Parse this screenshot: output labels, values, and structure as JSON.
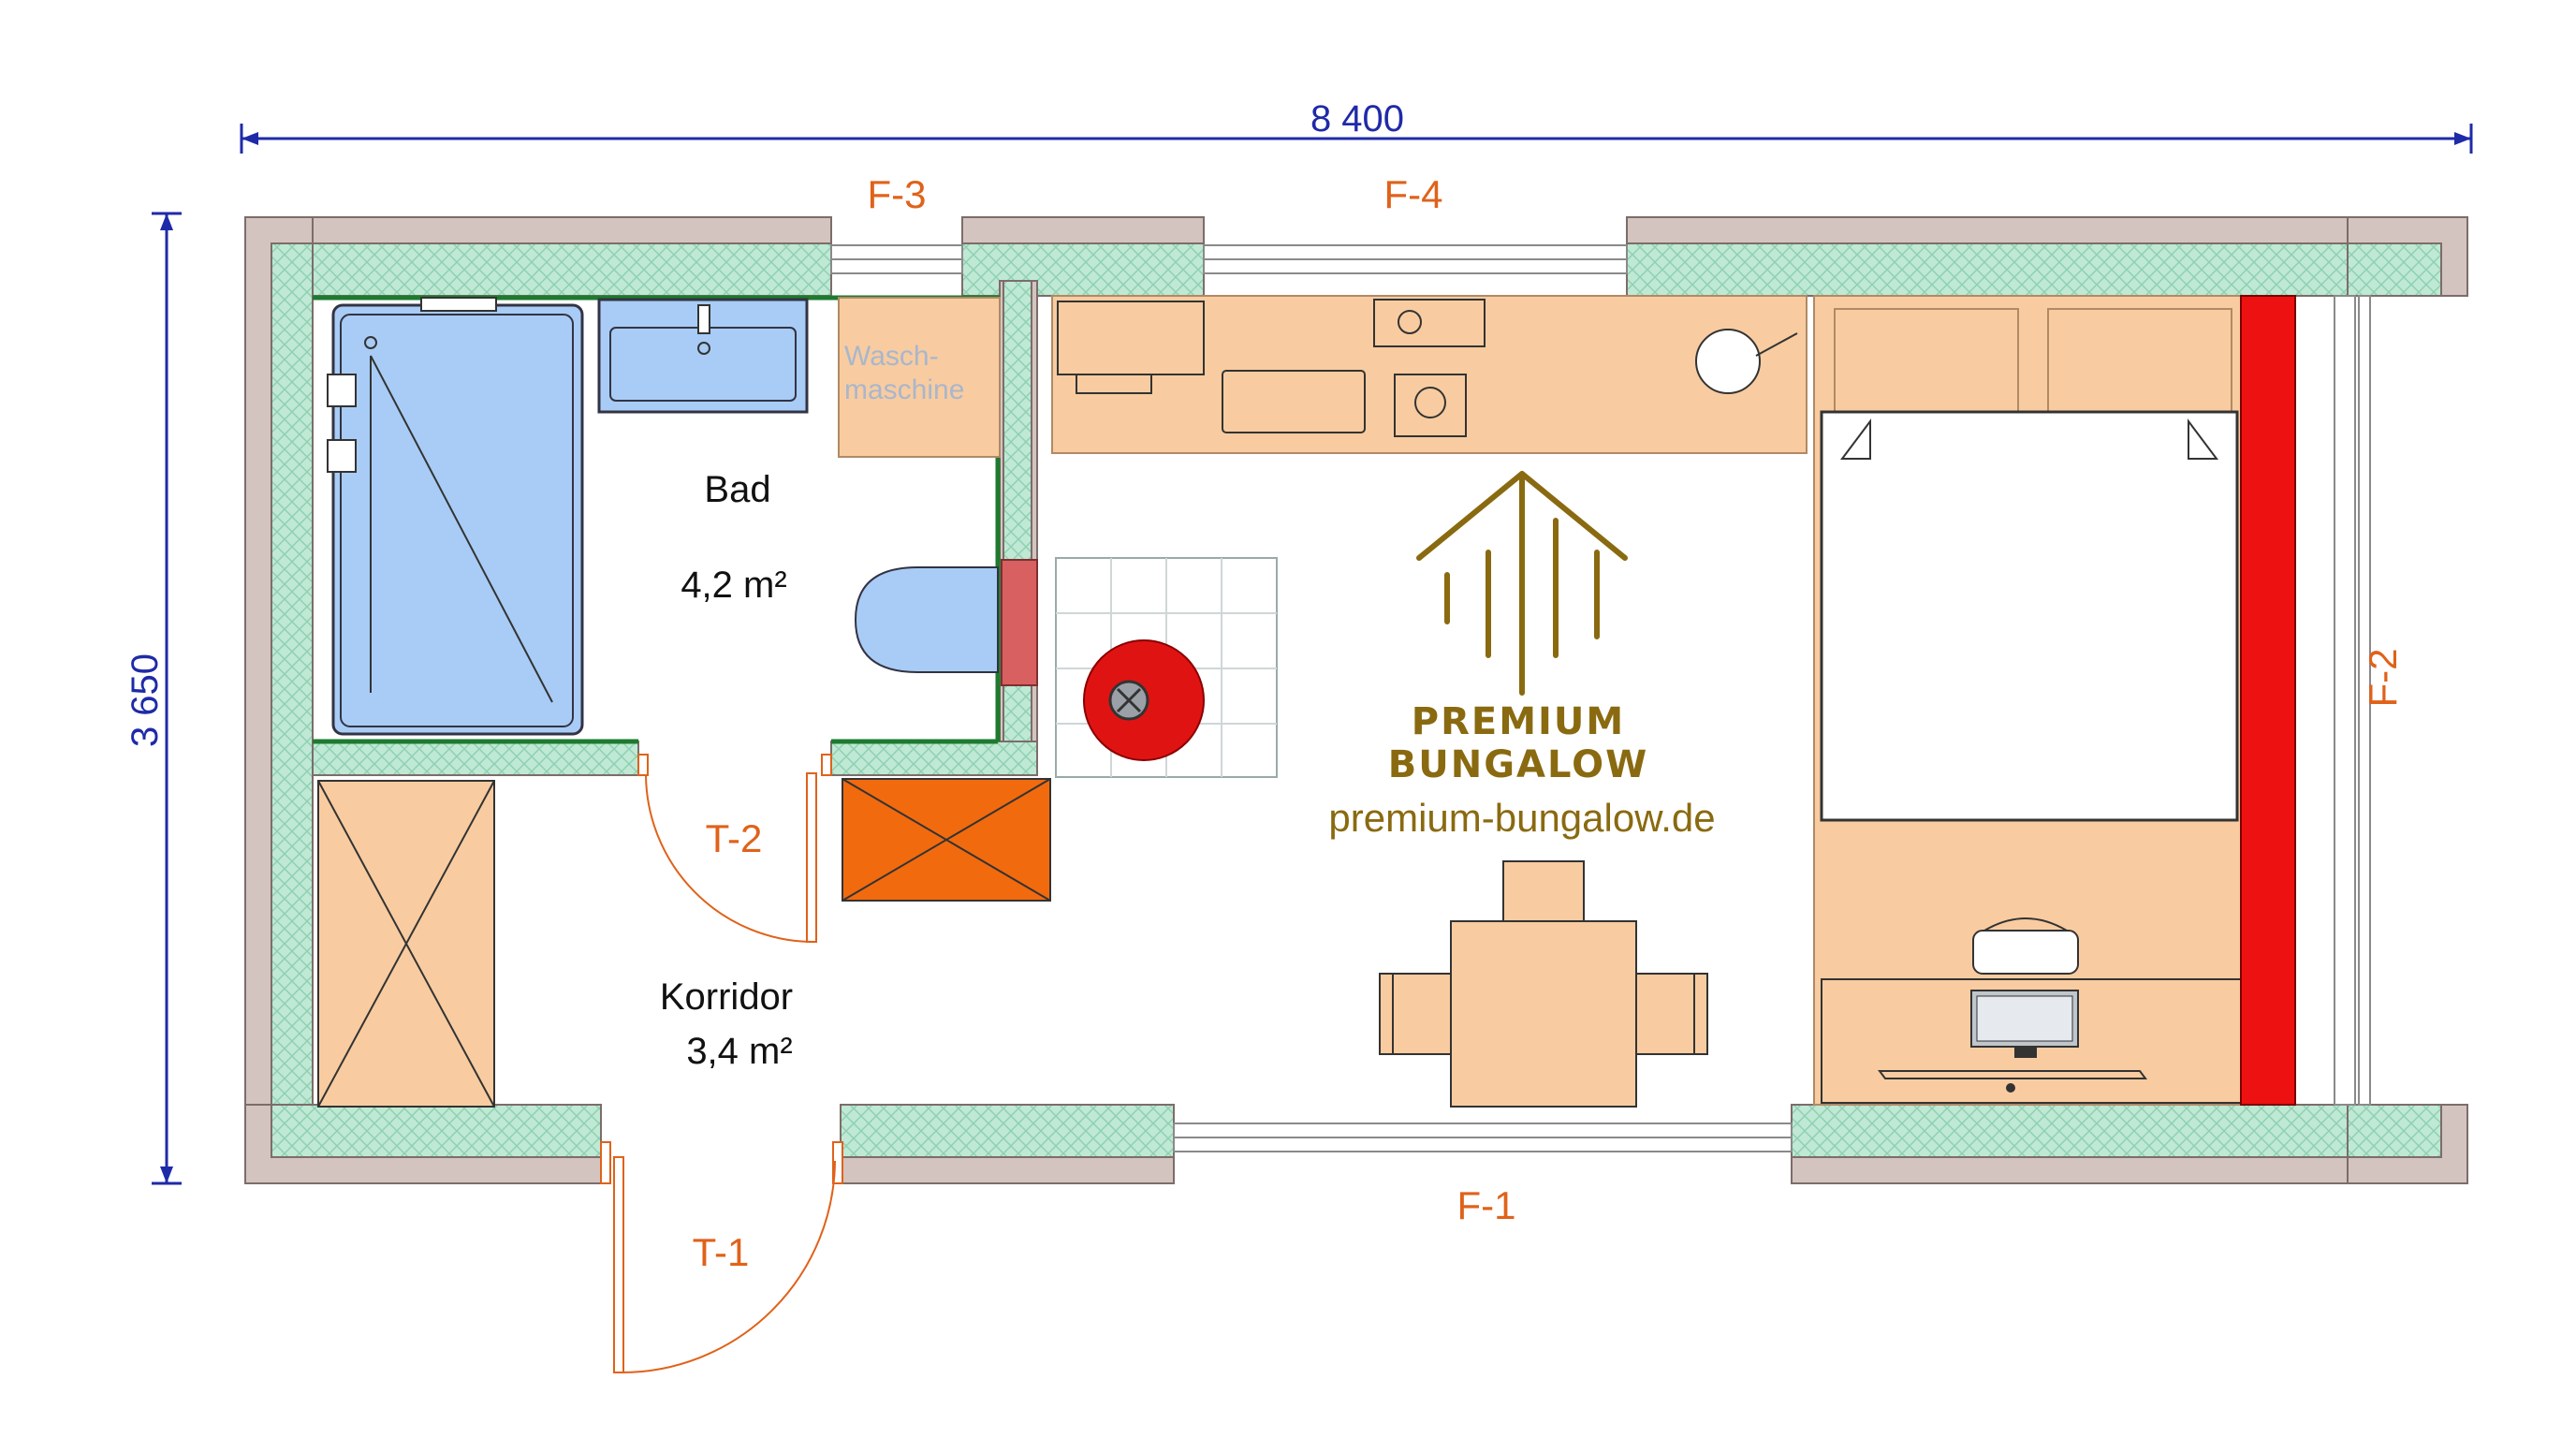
{
  "dimensions": {
    "width": "8 400",
    "depth": "3 650"
  },
  "openings": {
    "f1": "F-1",
    "f2": "F-2",
    "f3": "F-3",
    "f4": "F-4",
    "t1": "T-1",
    "t2": "T-2"
  },
  "rooms": {
    "bad": {
      "name": "Bad",
      "area": "4,2 m²"
    },
    "korridor": {
      "name": "Korridor",
      "area": "3,4 m²"
    }
  },
  "appliances": {
    "washer_line1": "Wasch-",
    "washer_line2": "maschine"
  },
  "brand": {
    "line1": "PREMIUM",
    "line2": "BUNGALOW",
    "url": "premium-bungalow.de"
  },
  "colors": {
    "wall_outer": "#d4c4c0",
    "insulation": "#bfe9d4",
    "furniture": "#f8cca0",
    "bath_fixture": "#a8ccf5",
    "dimension": "#1f2aa8",
    "label_orange": "#e0621a",
    "heater_red": "#ee1111",
    "stove_red": "#e01313",
    "cabinet_orange": "#f26a0e",
    "brand_gold": "#8a6a10",
    "bath_wall_green": "#1e7a2f"
  }
}
